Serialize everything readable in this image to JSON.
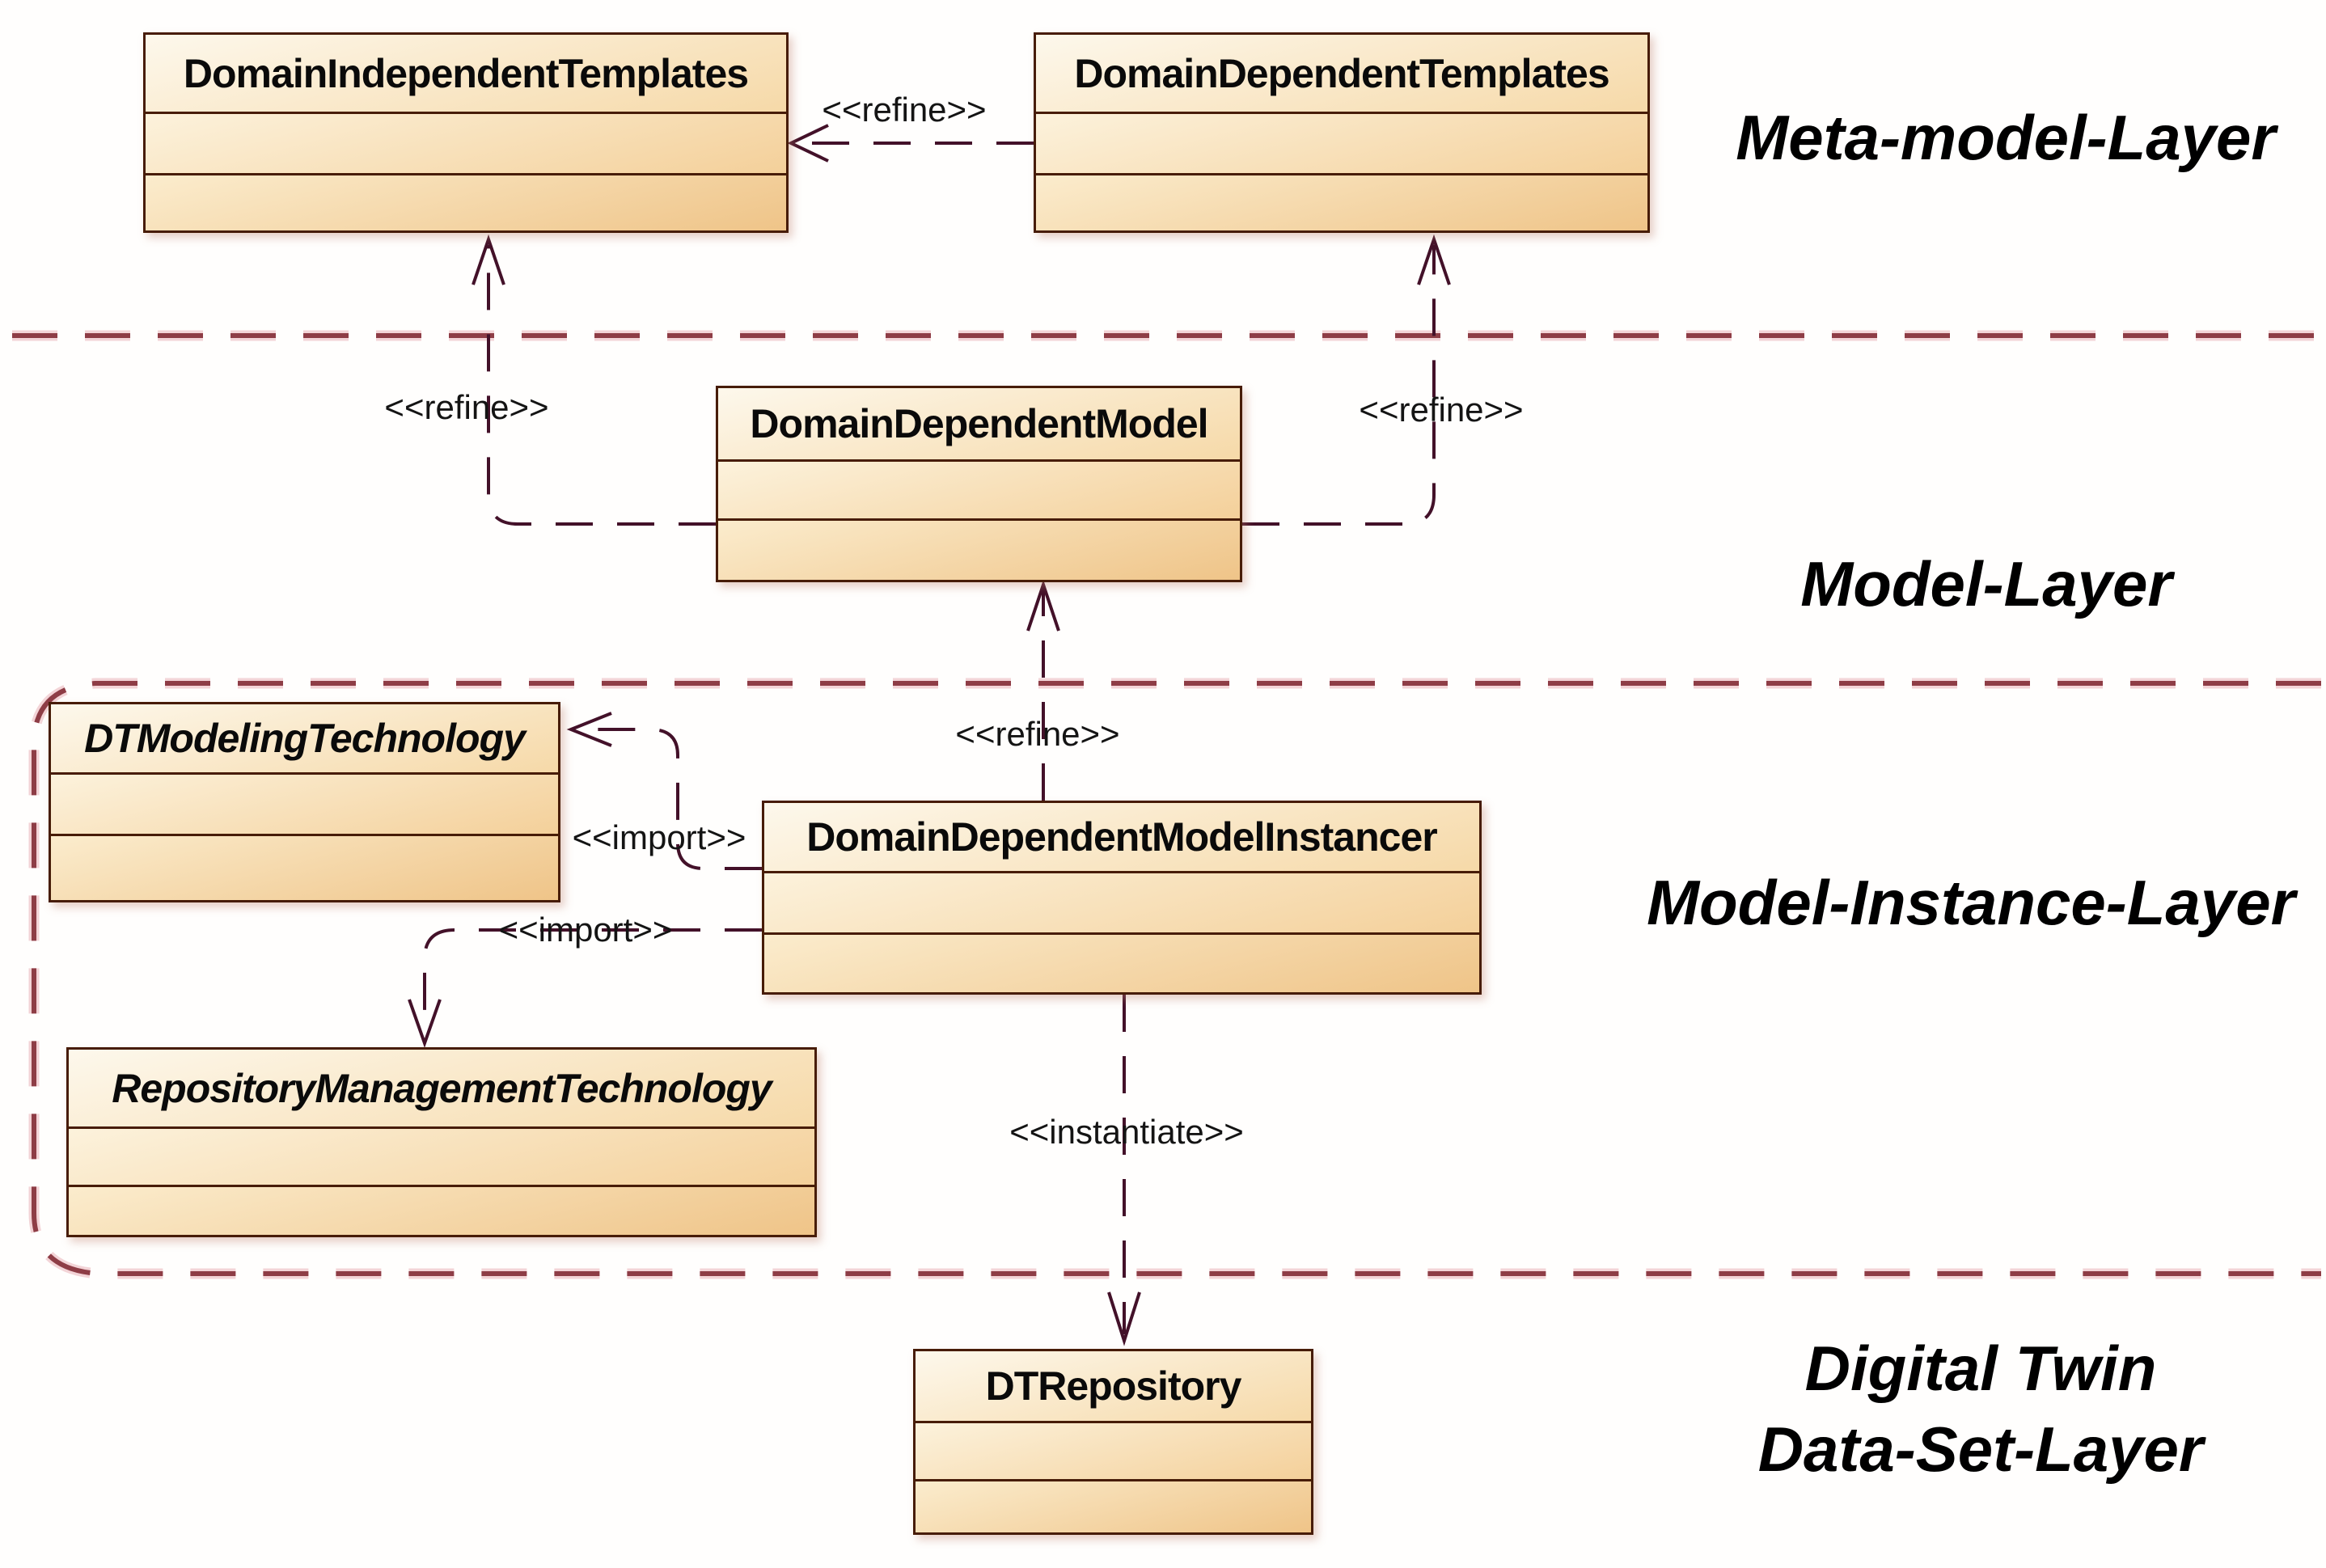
{
  "diagram_type": "uml-class-diagram",
  "classes": [
    {
      "name": "DomainIndependentTemplates"
    },
    {
      "name": "DomainDependentTemplates"
    },
    {
      "name": "DomainDependentModel"
    },
    {
      "name": "DTModelingTechnology"
    },
    {
      "name": "DomainDependentModelInstancer"
    },
    {
      "name": "RepositoryManagementTechnology"
    },
    {
      "name": "DTRepository"
    }
  ],
  "stereotypes": {
    "refine_top": "<<refine>>",
    "refine_left": "<<refine>>",
    "refine_right": "<<refine>>",
    "refine_mid": "<<refine>>",
    "import_top": "<<import>>",
    "import_bottom": "<<import>>",
    "instantiate": "<<instantiate>>"
  },
  "layers": {
    "meta_model": "Meta-model-Layer",
    "model": "Model-Layer",
    "model_instance": "Model-Instance-Layer",
    "digital_twin_line1": "Digital Twin",
    "digital_twin_line2": "Data-Set-Layer"
  },
  "colors": {
    "class_border": "#471c07",
    "class_fill_light": "#fdf6e7",
    "class_fill_dark": "#efc488",
    "connector": "#431129",
    "layer_separator": "#8e3d46",
    "label_text": "#141414"
  }
}
